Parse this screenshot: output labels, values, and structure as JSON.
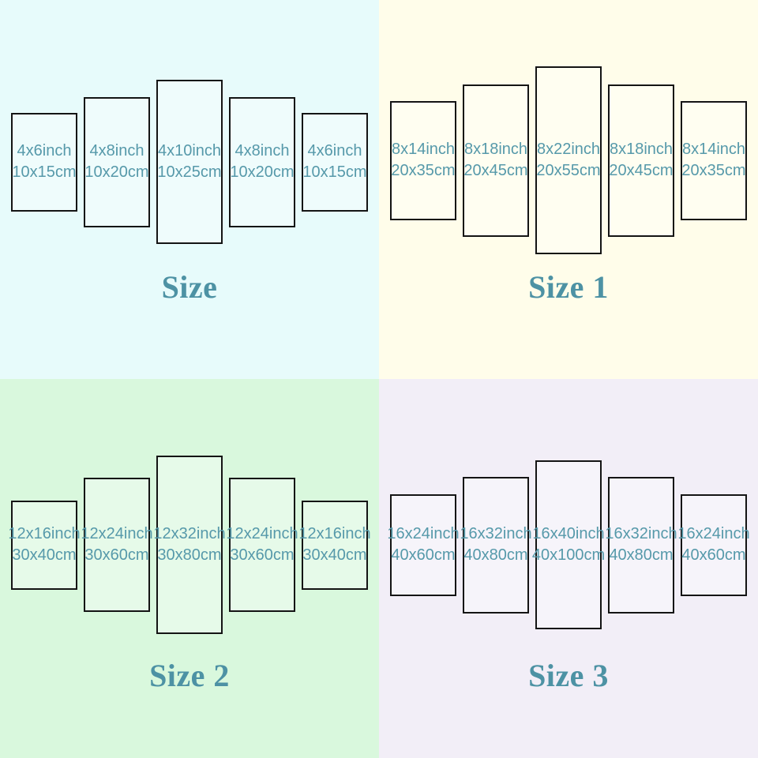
{
  "colors": {
    "title_text": "#4d92a4",
    "label_text": "#5699aa",
    "panel_border": "#141414",
    "background_size": "#e7fbfb",
    "background_size1": "#fffdea",
    "background_size2": "#d9f8dd",
    "background_size3": "#f2eef7"
  },
  "quadrants": [
    {
      "title": "Size",
      "background": "#e7fbfb",
      "panels": [
        {
          "line1": "4x6inch",
          "line2": "10x15cm"
        },
        {
          "line1": "4x8inch",
          "line2": "10x20cm"
        },
        {
          "line1": "4x10inch",
          "line2": "10x25cm"
        },
        {
          "line1": "4x8inch",
          "line2": "10x20cm"
        },
        {
          "line1": "4x6inch",
          "line2": "10x15cm"
        }
      ]
    },
    {
      "title": "Size 1",
      "background": "#fffdea",
      "panels": [
        {
          "line1": "8x14inch",
          "line2": "20x35cm"
        },
        {
          "line1": "8x18inch",
          "line2": "20x45cm"
        },
        {
          "line1": "8x22inch",
          "line2": "20x55cm"
        },
        {
          "line1": "8x18inch",
          "line2": "20x45cm"
        },
        {
          "line1": "8x14inch",
          "line2": "20x35cm"
        }
      ]
    },
    {
      "title": "Size 2",
      "background": "#d9f8dd",
      "panels": [
        {
          "line1": "12x16inch",
          "line2": "30x40cm"
        },
        {
          "line1": "12x24inch",
          "line2": "30x60cm"
        },
        {
          "line1": "12x32inch",
          "line2": "30x80cm"
        },
        {
          "line1": "12x24inch",
          "line2": "30x60cm"
        },
        {
          "line1": "12x16inch",
          "line2": "30x40cm"
        }
      ]
    },
    {
      "title": "Size 3",
      "background": "#f2eef7",
      "panels": [
        {
          "line1": "16x24inch",
          "line2": "40x60cm"
        },
        {
          "line1": "16x32inch",
          "line2": "40x80cm"
        },
        {
          "line1": "16x40inch",
          "line2": "40x100cm"
        },
        {
          "line1": "16x32inch",
          "line2": "40x80cm"
        },
        {
          "line1": "16x24inch",
          "line2": "40x60cm"
        }
      ]
    }
  ]
}
